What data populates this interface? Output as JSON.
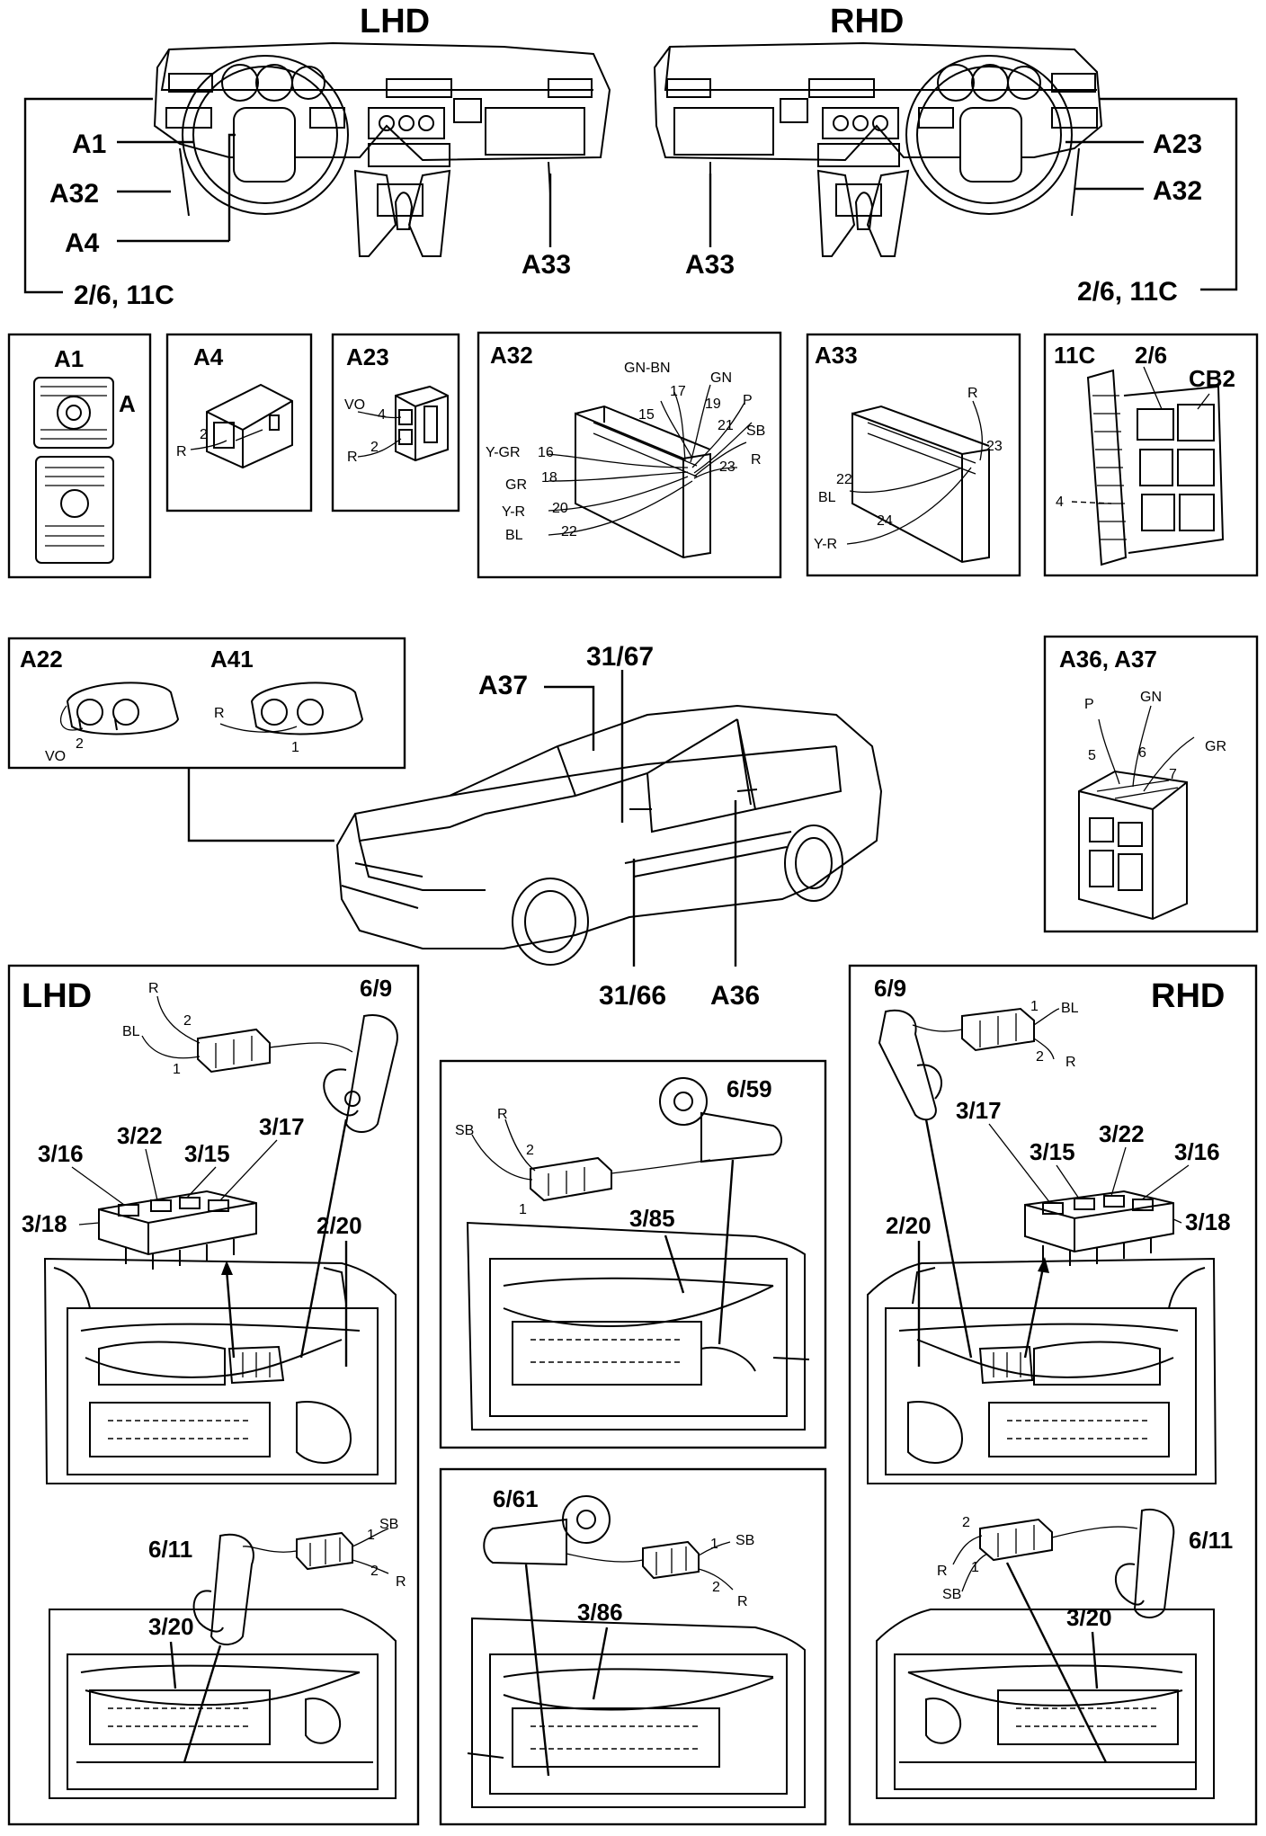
{
  "headings": {
    "lhd_top": "LHD",
    "rhd_top": "RHD",
    "lhd_door": "LHD",
    "rhd_door": "RHD"
  },
  "dashboard_lhd": {
    "a1": "A1",
    "a32": "A32",
    "a4": "A4",
    "a33": "A33",
    "ref": "2/6, 11C"
  },
  "dashboard_rhd": {
    "a23": "A23",
    "a32": "A32",
    "a33": "A33",
    "ref": "2/6, 11C"
  },
  "connectors": {
    "a1": {
      "title": "A1",
      "side_label": "A"
    },
    "a4": {
      "title": "A4",
      "pin": "2",
      "wire": "R"
    },
    "a23": {
      "title": "A23",
      "pins": [
        {
          "pin": "4",
          "wire": "VO"
        },
        {
          "pin": "2",
          "wire": "R"
        }
      ]
    },
    "a32": {
      "title": "A32",
      "pins": [
        {
          "pin": "15",
          "wire": ""
        },
        {
          "pin": "17",
          "wire": "GN-BN"
        },
        {
          "pin": "19",
          "wire": "GN"
        },
        {
          "pin": "21",
          "wire": "P"
        },
        {
          "pin": "",
          "wire": "SB"
        },
        {
          "pin": "23",
          "wire": "R"
        },
        {
          "pin": "16",
          "wire": "Y-GR"
        },
        {
          "pin": "18",
          "wire": "GR"
        },
        {
          "pin": "20",
          "wire": "Y-R"
        },
        {
          "pin": "22",
          "wire": "BL"
        }
      ]
    },
    "a33": {
      "title": "A33",
      "pins": [
        {
          "pin": "23",
          "wire": "R"
        },
        {
          "pin": "22",
          "wire": "BL"
        },
        {
          "pin": "24",
          "wire": "Y-R"
        }
      ]
    },
    "fusebox": {
      "title": "11C",
      "label2": "2/6",
      "label3": "CB2",
      "pin": "4"
    },
    "a22": {
      "title": "A22",
      "pin": "2",
      "wire": "VO"
    },
    "a41": {
      "title": "A41",
      "pin": "1",
      "wire": "R"
    },
    "a36a37": {
      "title": "A36, A37",
      "pins": [
        {
          "pin": "5",
          "wire": "P"
        },
        {
          "pin": "6",
          "wire": "GN"
        },
        {
          "pin": "7",
          "wire": "GR"
        }
      ]
    }
  },
  "car": {
    "a37": "A37",
    "ref1": "31/67",
    "ref2": "31/66",
    "a36": "A36"
  },
  "lhd_front_door": {
    "motor": "6/9",
    "wire1": "R",
    "pin1": "2",
    "wire2": "BL",
    "pin2": "1",
    "switches": [
      "3/16",
      "3/22",
      "3/15",
      "3/17",
      "3/18"
    ],
    "relay": "2/20"
  },
  "lhd_rear_door": {
    "motor": "6/11",
    "wire1": "SB",
    "pin1": "1",
    "wire2": "R",
    "pin2": "2",
    "switch": "3/20"
  },
  "rear_left_door": {
    "motor": "6/59",
    "wire1": "SB",
    "pin1": "1",
    "wire2": "R",
    "pin2": "2",
    "switch": "3/85"
  },
  "rear_right_door": {
    "motor": "6/61",
    "wire1": "SB",
    "pin1": "1",
    "wire2": "R",
    "pin2": "2",
    "switch": "3/86"
  },
  "rhd_front_door": {
    "motor": "6/9",
    "wire1": "BL",
    "pin1": "1",
    "wire2": "R",
    "pin2": "2",
    "switches": [
      "3/17",
      "3/15",
      "3/22",
      "3/16",
      "3/18"
    ],
    "relay": "2/20"
  },
  "rhd_rear_door": {
    "motor": "6/11",
    "wire1": "R",
    "pin1": "2",
    "wire2": "SB",
    "pin2": "1",
    "switch": "3/20"
  }
}
